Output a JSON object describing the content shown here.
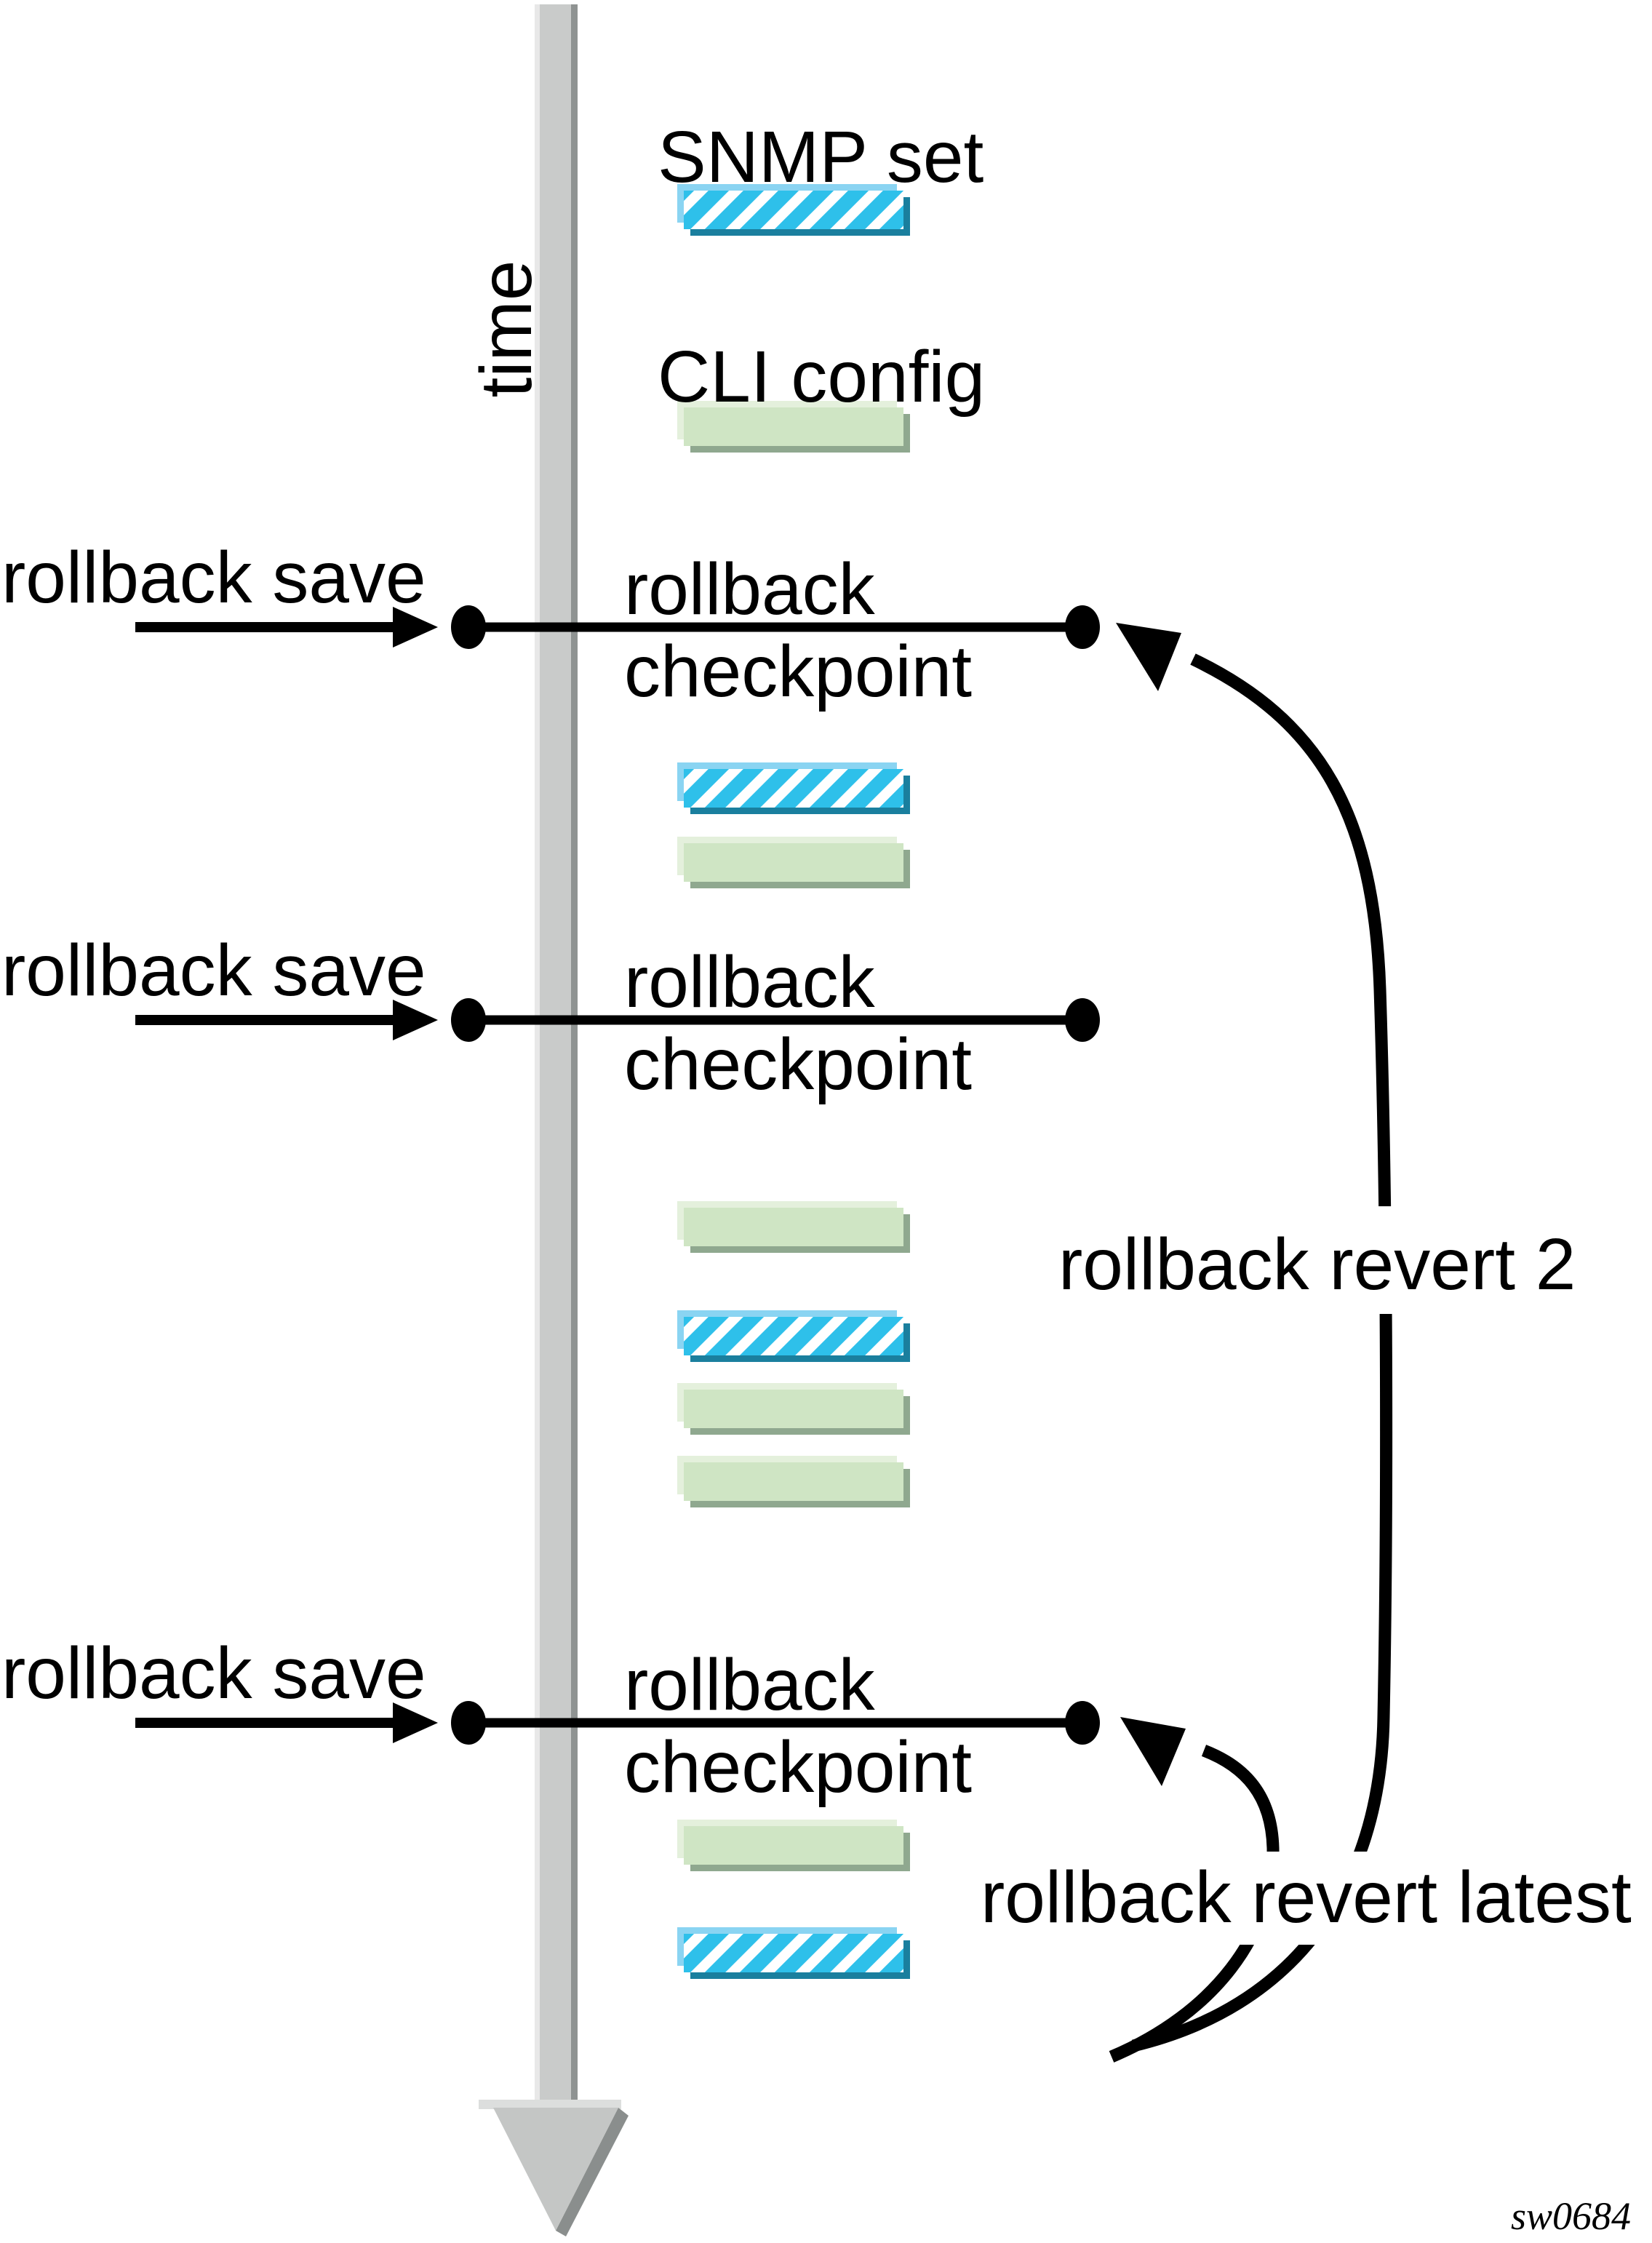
{
  "diagram": {
    "title_implicit": "rollback checkpoint timeline",
    "timeline": {
      "label": "time",
      "direction": "down"
    },
    "legend_top": {
      "snmp_label": "SNMP set",
      "cli_label": "CLI config"
    },
    "checkpoints": [
      {
        "save_label": "rollback save",
        "line_label_top": "rollback",
        "line_label_bottom": "checkpoint"
      },
      {
        "save_label": "rollback save",
        "line_label_top": "rollback",
        "line_label_bottom": "checkpoint"
      },
      {
        "save_label": "rollback save",
        "line_label_top": "rollback",
        "line_label_bottom": "checkpoint"
      }
    ],
    "reverts": {
      "revert2_label": "rollback revert 2",
      "revert_latest_label": "rollback revert latest"
    },
    "events": {
      "before_checkpoint_1": [
        "snmp_set",
        "cli_config"
      ],
      "between_checkpoint_1_and_2": [
        "snmp_set",
        "cli_config"
      ],
      "between_checkpoint_2_and_3": [
        "cli_config",
        "snmp_set",
        "cli_config",
        "cli_config"
      ],
      "after_checkpoint_3": [
        "cli_config",
        "snmp_set"
      ]
    },
    "figure_id": "sw0684"
  },
  "colors": {
    "ink": "#000000",
    "hatch_stripe": "#2EC0EA",
    "hatch_bg": "#FFFFFF",
    "hatch_highlight": "#8AD4F2",
    "hatch_shadow": "#1A7F9E",
    "green_fill": "#CFE5C4",
    "green_highlight": "#E4F0DC",
    "green_shadow": "#8FA88F",
    "timeline_bar": "#C9CBCA",
    "timeline_bar_light": "#E8E8E8",
    "timeline_bar_dark": "#8F9392",
    "timeline_head": "#C4C6C5",
    "timeline_head_shadow": "#8A8E8D",
    "timeline_head_highlight": "#DCDEDD"
  }
}
